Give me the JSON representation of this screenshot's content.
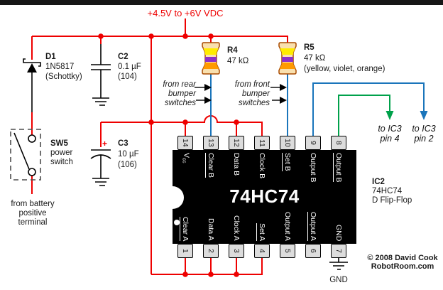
{
  "colors": {
    "wire": "#ee0000",
    "signal_blue": "#1a75bb",
    "signal_green": "#00a14b",
    "resistor_body": "#f9e0ae",
    "resistor_outline": "#a84a00",
    "band_yellow": "#ffec00",
    "band_violet": "#8b2fc9",
    "band_orange": "#ff9a00",
    "pin_fill": "#dcdcdc"
  },
  "power_label": "+4.5V to +6V VDC",
  "components": {
    "d1": {
      "name": "D1",
      "lines": [
        "1N5817",
        "(Schottky)"
      ]
    },
    "c2": {
      "name": "C2",
      "lines": [
        "0.1 µF",
        "(104)"
      ]
    },
    "c3": {
      "name": "C3",
      "lines": [
        "10 µF",
        "(106)"
      ],
      "plus": "+"
    },
    "r4": {
      "name": "R4",
      "lines": [
        "47 kΩ"
      ]
    },
    "r5": {
      "name": "R5",
      "lines": [
        "47 kΩ",
        "(yellow, violet, orange)"
      ]
    },
    "sw5": {
      "name": "SW5",
      "lines": [
        "power",
        "switch"
      ]
    },
    "ic2": {
      "name": "IC2",
      "lines": [
        "74HC74",
        "D Flip-Flop"
      ]
    }
  },
  "annotations": {
    "rear": [
      "from rear",
      "bumper",
      "switches"
    ],
    "front": [
      "from front",
      "bumper",
      "switches"
    ],
    "battery": [
      "from battery",
      "positive",
      "terminal"
    ],
    "ic3_pin4": [
      "to IC3",
      "pin 4"
    ],
    "ic3_pin2": [
      "to IC3",
      "pin 2"
    ],
    "gnd": "GND"
  },
  "chip": {
    "part": "74HC74",
    "top_pins": [
      {
        "num": "14",
        "label": "V",
        "label_sub": "cc",
        "overline": false
      },
      {
        "num": "13",
        "label": "Clear B",
        "overline": true
      },
      {
        "num": "12",
        "label": "Data B",
        "overline": false
      },
      {
        "num": "11",
        "label": "Clock B",
        "overline": false
      },
      {
        "num": "10",
        "label": "Set B",
        "overline": true
      },
      {
        "num": "9",
        "label": "Output B",
        "overline": false
      },
      {
        "num": "8",
        "label": "Output B",
        "overline": true
      }
    ],
    "bottom_pins": [
      {
        "num": "1",
        "label": "Clear A",
        "overline": true
      },
      {
        "num": "2",
        "label": "Data A",
        "overline": false
      },
      {
        "num": "3",
        "label": "Clock A",
        "overline": false
      },
      {
        "num": "4",
        "label": "Set A",
        "overline": true
      },
      {
        "num": "5",
        "label": "Output A",
        "overline": false
      },
      {
        "num": "6",
        "label": "Output A",
        "overline": true
      },
      {
        "num": "7",
        "label": "GND",
        "overline": false
      }
    ]
  },
  "copyright": [
    "© 2008 David Cook",
    "RobotRoom.com"
  ]
}
